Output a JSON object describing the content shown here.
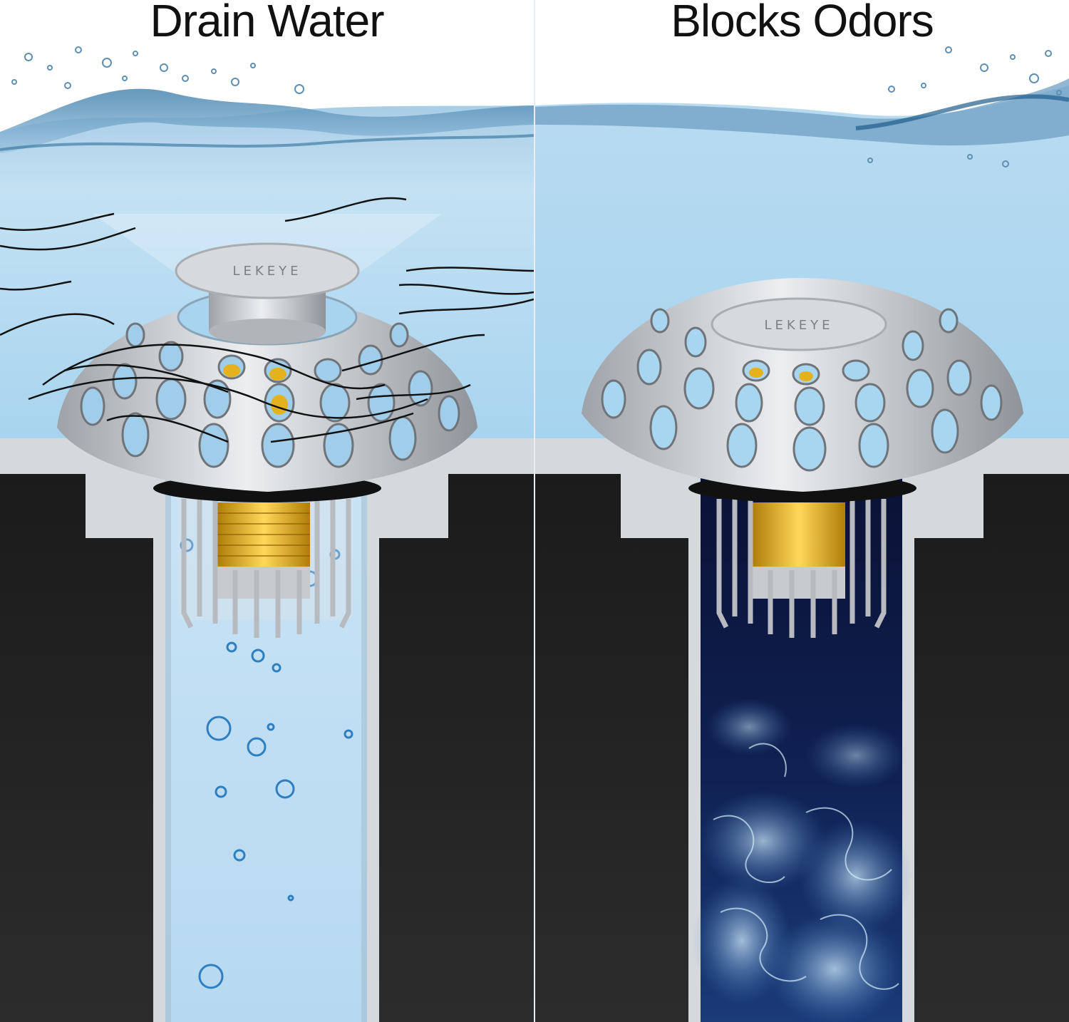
{
  "panels": [
    {
      "heading": "Drain Water",
      "brand": "LEKEYE",
      "state": "open",
      "pipe_color": "#bcdcf2"
    },
    {
      "heading": "Blocks Odors",
      "brand": "LEKEYE",
      "state": "closed",
      "pipe_color": "#0d1a44"
    }
  ],
  "colors": {
    "water_top": "#2f6f9a",
    "water_light": "#d6ebf8",
    "counter_dark": "#222222",
    "basin_gray": "#d9dcdf",
    "brass": "#e5b21e",
    "steel": "#c4c7cb",
    "smoke": "#9fd0f0"
  },
  "icons": [
    "strainer-icon",
    "hair-strands",
    "bubbles",
    "odor-smoke"
  ]
}
